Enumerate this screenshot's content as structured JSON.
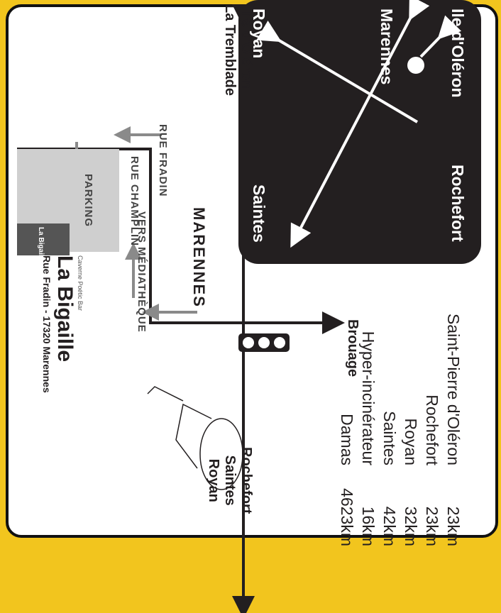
{
  "direction_panel": {
    "labels": {
      "ile_oleron": "Ile d'Oléron",
      "marennes": "Marennes",
      "royan": "Royan",
      "rochefort": "Rochefort",
      "saintes": "Saintes"
    }
  },
  "distances": [
    {
      "dest": "Saint-Pierre d'Oléron",
      "km": "23km"
    },
    {
      "dest": "Rochefort",
      "km": "23km"
    },
    {
      "dest": "Royan",
      "km": "32km"
    },
    {
      "dest": "Saintes",
      "km": "42km"
    },
    {
      "dest": "Hyper-incinérateur",
      "km": "16km"
    },
    {
      "dest": "Damas",
      "km": "4623km"
    }
  ],
  "road_labels": {
    "top_line1": "Ile d'Oléron",
    "top_line2": "La Tremblade",
    "bottom_line1": "Rochefort",
    "bottom_line2": "Saintes",
    "bottom_line3": "Royan",
    "brouage": "Brouage",
    "marennes": "MARENNES"
  },
  "streets": {
    "rue_fradin": "RUE FRADIN",
    "rue_champlin": "RUE CHAMPLIN",
    "vers_mediatheque": "VERS MÉDIATHÈQUE",
    "parking": "PARKING"
  },
  "venue": {
    "name": "La Bigaille",
    "address": "Rue Fradin - 17320 Marennes",
    "sign_text": "La Bigaille",
    "tagline": "Caverne Poétic Bar"
  },
  "colors": {
    "background": "#f2c51e",
    "panel": "#231f20",
    "road": "#231f20",
    "arrow_grey": "#8a8a8a",
    "parking": "#cfcfcf"
  }
}
